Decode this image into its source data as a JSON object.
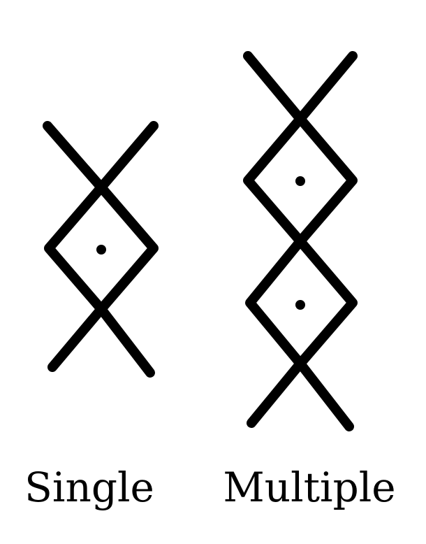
{
  "figures": [
    {
      "id": "single",
      "caption": "Single",
      "diamond_count": 1
    },
    {
      "id": "multiple",
      "caption": "Multiple",
      "diamond_count": 2
    }
  ],
  "colors": {
    "ink": "#000000",
    "background": "#ffffff"
  }
}
